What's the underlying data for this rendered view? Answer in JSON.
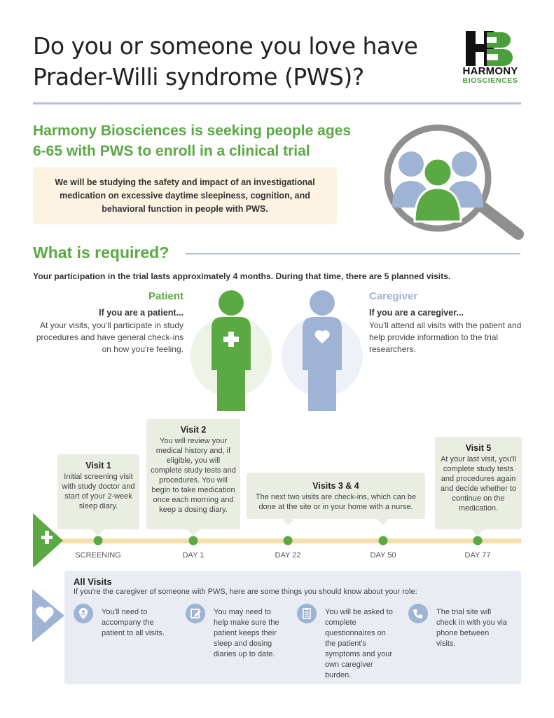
{
  "header": {
    "title_line1": "Do you or someone you love have",
    "title_line2": "Prader-Willi syndrome (PWS)?",
    "logo_mark": "HB",
    "logo_name": "HARMONY",
    "logo_sub": "BIOSCIENCES"
  },
  "hero": {
    "headline_line1": "Harmony Biosciences is seeking people ages",
    "headline_line2": "6-65 with PWS to enroll in a clinical trial",
    "intro": "We will be studying the safety and impact of an investigational medication on excessive daytime sleepiness, cognition, and behavioral function in people with PWS."
  },
  "required": {
    "heading": "What is required?",
    "text": "Your participation in the trial lasts approximately 4 months. During that time, there are 5 planned visits."
  },
  "roles": {
    "patient": {
      "label": "Patient",
      "subhead": "If you are a patient...",
      "desc": "At your visits, you'll participate in study procedures and have general check-ins on how you're feeling."
    },
    "caregiver": {
      "label": "Caregiver",
      "subhead": "If you are a caregiver...",
      "desc": "You'll attend all visits with the patient and help provide information to the trial researchers."
    }
  },
  "visits": [
    {
      "title": "Visit 1",
      "text": "Initial screening visit with study doctor and start of your 2-week sleep diary.",
      "day": "SCREENING"
    },
    {
      "title": "Visit 2",
      "text": "You will review your medical history and, if eligible, you will complete study tests and procedures. You will begin to take medication once each morning and keep a dosing diary.",
      "day": "DAY 1"
    },
    {
      "title": "Visits 3 & 4",
      "text": "The next two visits are check-ins, which can be done at the site or in your home with a nurse.",
      "day": "DAY 22",
      "day2": "DAY 50"
    },
    {
      "title": "Visit 5",
      "text": "At your last visit, you'll complete study tests and procedures again and decide whether to continue on the medication.",
      "day": "DAY 77"
    }
  ],
  "all_visits": {
    "title": "All Visits",
    "subtitle": "If you're the caregiver of someone with PWS, here are some things you should know about your role:",
    "tips": [
      {
        "icon": "person-pin-icon",
        "text": "You'll need to accompany the patient to all visits."
      },
      {
        "icon": "edit-icon",
        "text": "You may need to help make sure the patient keeps their sleep and dosing diaries up to date."
      },
      {
        "icon": "clipboard-icon",
        "text": "You will be asked to complete questionnaires on the patient's symptoms and your own caregiver burden."
      },
      {
        "icon": "phone-icon",
        "text": "The trial site will check in with you via phone between visits."
      }
    ]
  },
  "colors": {
    "green": "#5aa943",
    "blue": "#9fb4d5",
    "timeline": "#f5deaa",
    "visit_box": "#e9ede2",
    "cream": "#fcf3e3"
  }
}
